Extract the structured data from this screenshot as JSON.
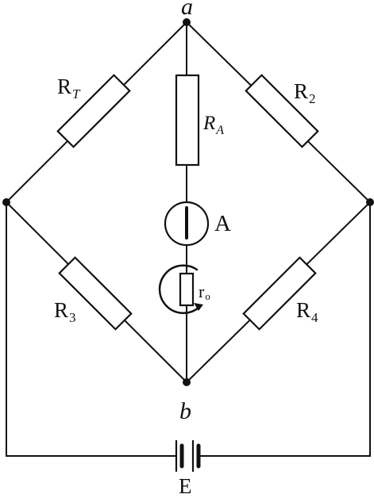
{
  "nodes": {
    "a": "a",
    "b": "b"
  },
  "components": {
    "rt": {
      "main": "R",
      "sub": "T"
    },
    "r2": {
      "main": "R",
      "sub": "2"
    },
    "ra": {
      "main": "R",
      "sub": "A"
    },
    "r3": {
      "main": "R",
      "sub": "3"
    },
    "r4": {
      "main": "R",
      "sub": "4"
    },
    "ammeter": "A",
    "r0": {
      "main": "r",
      "sub": "o"
    },
    "battery": "E"
  }
}
